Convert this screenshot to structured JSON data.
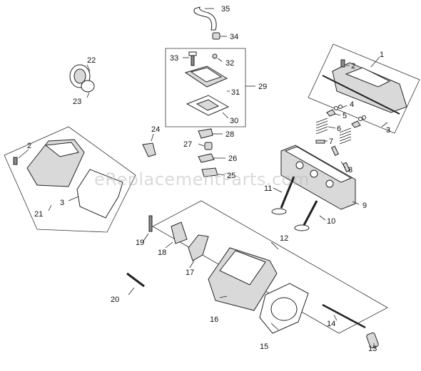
{
  "watermark": "eReplacementParts.com",
  "callouts": [
    "1",
    "2",
    "3",
    "4",
    "5",
    "6",
    "7",
    "8",
    "9",
    "10",
    "11",
    "12",
    "13",
    "14",
    "15",
    "16",
    "17",
    "18",
    "19",
    "20",
    "21",
    "22",
    "23",
    "24",
    "25",
    "26",
    "27",
    "28",
    "29",
    "30",
    "31",
    "32",
    "33",
    "34",
    "35"
  ],
  "callouts_left_group": [
    "2",
    "3",
    "21"
  ],
  "colors": {
    "ink": "#222222",
    "shade": "#d9d9d9",
    "watermark": "#bdbdbd"
  }
}
